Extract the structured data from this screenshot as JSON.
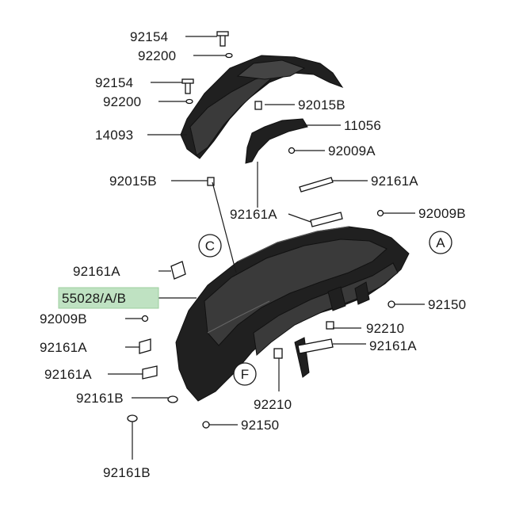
{
  "highlight_color": "#bfe2c2",
  "labels": {
    "l_92154_top": "92154",
    "l_92200_top": "92200",
    "l_92154_mid": "92154",
    "l_92200_mid": "92200",
    "l_92015B_top": "92015B",
    "l_14093": "14093",
    "l_11056": "11056",
    "l_92009A": "92009A",
    "l_92015B_mid": "92015B",
    "l_92161A_r1": "92161A",
    "l_92161A_c": "92161A",
    "l_92009B_r": "92009B",
    "l_92161A_l1": "92161A",
    "l_55028": "55028/A/B",
    "l_92009B_l": "92009B",
    "l_92150_r": "92150",
    "l_92210_r": "92210",
    "l_92161A_l2": "92161A",
    "l_92161A_r2": "92161A",
    "l_92161A_l3": "92161A",
    "l_92161B_l1": "92161B",
    "l_92210_b": "92210",
    "l_92150_b": "92150",
    "l_92161B_b": "92161B"
  },
  "callouts": {
    "c": "C",
    "a": "A",
    "f": "F"
  }
}
